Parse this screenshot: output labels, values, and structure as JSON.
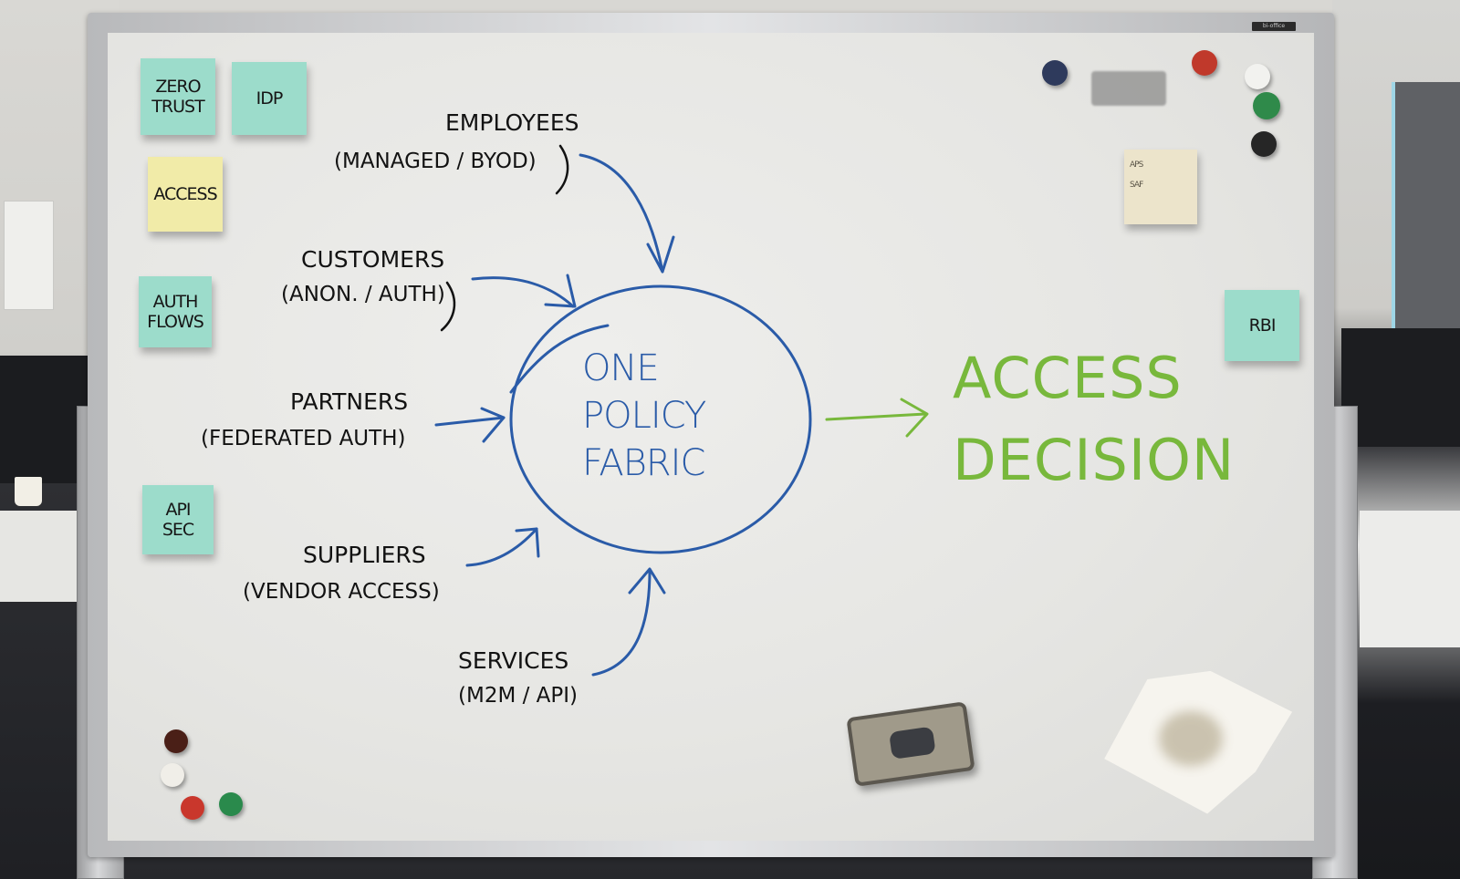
{
  "scene": {
    "description": "Office whiteboard diagram on a mobile stand",
    "board_brand_tag": "bi-office"
  },
  "sticky_notes": [
    {
      "id": "zero-trust",
      "label": "ZERO\nTRUST",
      "color": "#9cdccb"
    },
    {
      "id": "idp",
      "label": "IDP",
      "color": "#9cdccb"
    },
    {
      "id": "access",
      "label": "ACCESS",
      "color": "#f1eba8"
    },
    {
      "id": "auth-flows",
      "label": "AUTH\nFLOWS",
      "color": "#9cdccb"
    },
    {
      "id": "api-sec",
      "label": "API\nSEC",
      "color": "#9cdccb"
    },
    {
      "id": "rbi",
      "label": "RBI",
      "color": "#9cdccb"
    },
    {
      "id": "smudged-note",
      "label": "APS\nSAF",
      "color": "#ece4cb"
    }
  ],
  "diagram": {
    "sources": [
      {
        "title": "EMPLOYEES",
        "subtitle": "(MANAGED / BYOD)"
      },
      {
        "title": "CUSTOMERS",
        "subtitle": "(ANON. / AUTH)"
      },
      {
        "title": "PARTNERS",
        "subtitle": "(FEDERATED AUTH)"
      },
      {
        "title": "SUPPLIERS",
        "subtitle": "(VENDOR ACCESS)"
      },
      {
        "title": "SERVICES",
        "subtitle": "(M2M / API)"
      }
    ],
    "center": {
      "label": "ONE\nPOLICY\nFABRIC",
      "color": "#2a5ba8"
    },
    "output": {
      "label": "ACCESS\nDECISION",
      "color": "#78b83c"
    },
    "ink_colors": {
      "black": "#121212",
      "blue": "#2a5ba8",
      "green": "#78b83c"
    }
  },
  "magnets": [
    {
      "color": "#2e3a5c"
    },
    {
      "color": "#c0392b"
    },
    {
      "color": "#f2f2ef"
    },
    {
      "color": "#2f8a4a"
    },
    {
      "color": "#262626"
    },
    {
      "color": "#4a1f17"
    },
    {
      "color": "#f0eee8"
    },
    {
      "color": "#c9372c"
    },
    {
      "color": "#2a8a4c"
    }
  ],
  "objects": {
    "eraser": "whiteboard-eraser",
    "tissue": "crumpled-paper-towel"
  }
}
